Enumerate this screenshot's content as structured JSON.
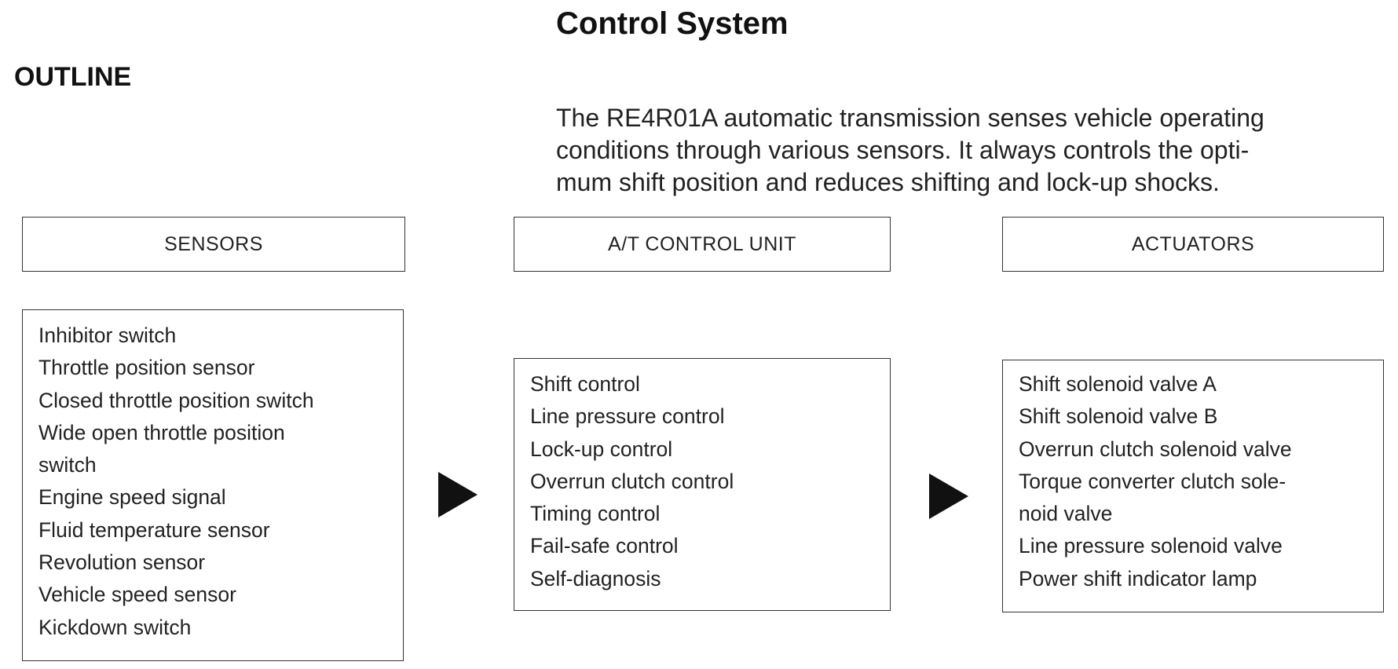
{
  "page": {
    "title": "Control System",
    "section_heading": "OUTLINE",
    "intro_lines": [
      "The RE4R01A automatic transmission senses vehicle operating",
      "conditions through various sensors. It always controls the opti-",
      "mum shift position and reduces shifting and lock-up shocks."
    ]
  },
  "diagram": {
    "columns": [
      {
        "header": "SENSORS",
        "items": [
          "Inhibitor switch",
          "Throttle position sensor",
          "Closed throttle position switch",
          "Wide open throttle position",
          "switch",
          "Engine speed signal",
          "Fluid temperature sensor",
          "Revolution sensor",
          "Vehicle speed sensor",
          "Kickdown switch"
        ]
      },
      {
        "header": "A/T CONTROL UNIT",
        "items": [
          "Shift control",
          "Line pressure control",
          "Lock-up control",
          "Overrun clutch control",
          "Timing control",
          "Fail-safe control",
          "Self-diagnosis"
        ]
      },
      {
        "header": "ACTUATORS",
        "items": [
          "Shift solenoid valve A",
          "Shift solenoid valve B",
          "Overrun clutch solenoid valve",
          "Torque converter clutch sole-",
          "noid valve",
          "Line pressure solenoid valve",
          "Power shift indicator lamp"
        ]
      }
    ],
    "arrow_icon": "right-triangle-arrow",
    "line_color": "#333333",
    "arrow_color": "#111111"
  }
}
